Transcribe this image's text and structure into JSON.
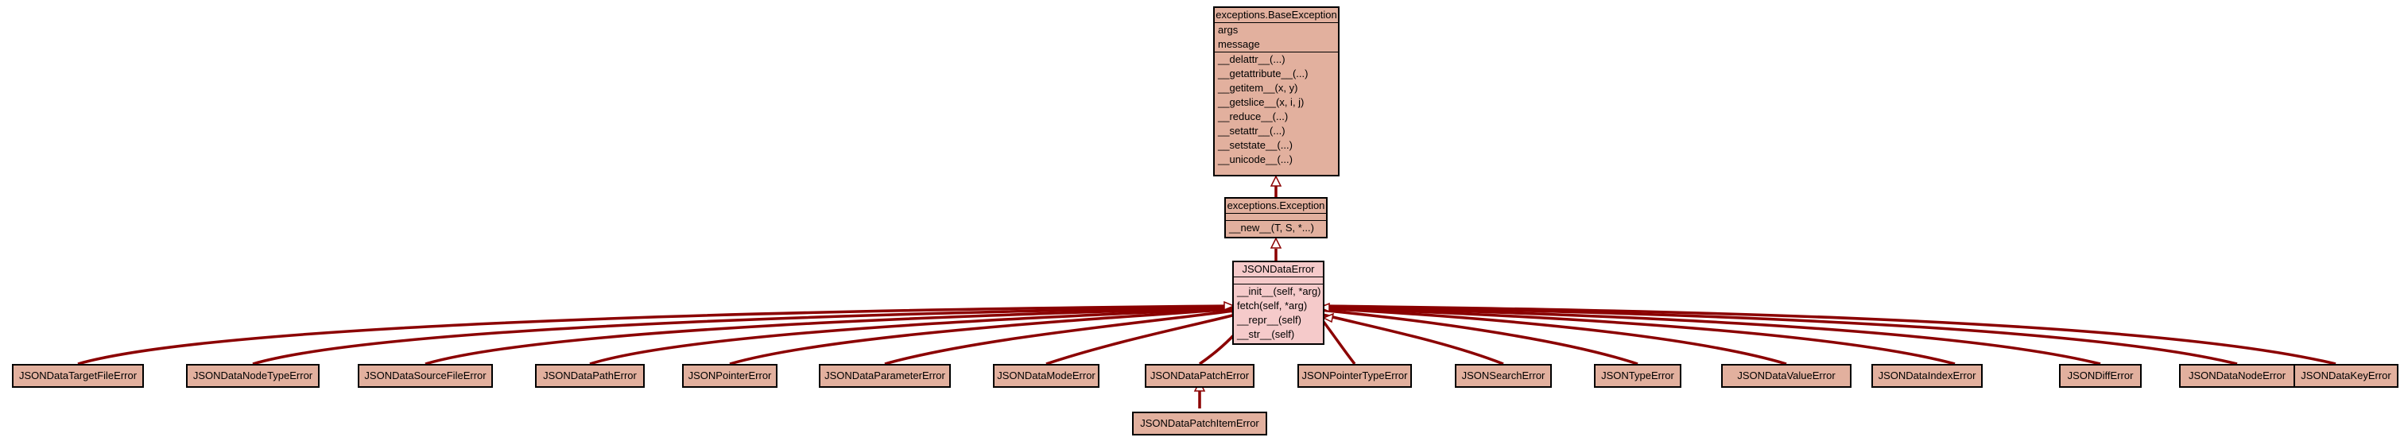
{
  "colors": {
    "box_fill": "#e2b09e",
    "highlight_fill": "#f5caca",
    "edge": "#8b0000"
  },
  "base_exception": {
    "title": "exceptions.BaseException",
    "attributes": [
      "args",
      "message"
    ],
    "methods": [
      "__delattr__(...)",
      "__getattribute__(...)",
      "__getitem__(x, y)",
      "__getslice__(x, i, j)",
      "__reduce__(...)",
      "__setattr__(...)",
      "__setstate__(...)",
      "__unicode__(...)"
    ]
  },
  "exception": {
    "title": "exceptions.Exception",
    "methods": [
      "__new__(T, S, *...)"
    ]
  },
  "json_data_error": {
    "title": "JSONDataError",
    "methods": [
      "__init__(self, *arg)",
      "fetch(self, *arg)",
      "__repr__(self)",
      "__str__(self)"
    ]
  },
  "subclasses": [
    "JSONDataTargetFileError",
    "JSONDataNodeTypeError",
    "JSONDataSourceFileError",
    "JSONDataPathError",
    "JSONPointerError",
    "JSONDataParameterError",
    "JSONDataModeError",
    "JSONDataPatchError",
    "JSONPointerTypeError",
    "JSONSearchError",
    "JSONTypeError",
    "JSONDataValueError",
    "JSONDataIndexError",
    "JSONDiffError",
    "JSONDataNodeError",
    "JSONDataKeyError"
  ],
  "patch_item_error": "JSONDataPatchItemError"
}
